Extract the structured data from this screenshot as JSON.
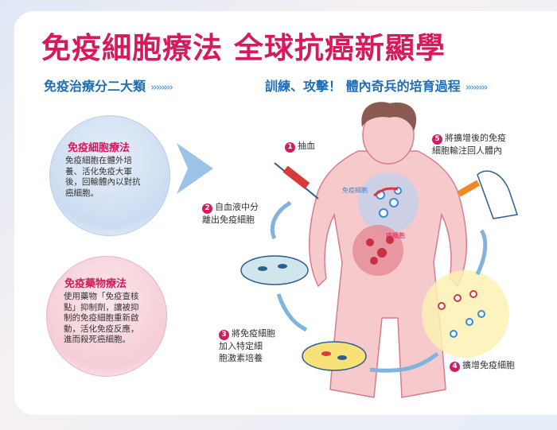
{
  "title": "免疫細胞療法  全球抗癌新顯學",
  "left_subtitle": "免疫治療分二大類",
  "right_subtitle": "訓練、攻擊！ 體內奇兵的培育過程",
  "chevrons": "››››››››",
  "categories": [
    {
      "heading": "免疫細胞療法",
      "body": "免疫細胞在體外培養、活化免疫大軍後，回輸體內以對抗癌細胞。"
    },
    {
      "heading": "免疫藥物療法",
      "body": "使用藥物「免疫查核點」抑制劑，讓被抑制的免疫細胞重新啟動，活化免疫反應，進而殺死癌細胞。"
    }
  ],
  "steps": [
    {
      "num": "1",
      "text": "抽血"
    },
    {
      "num": "2",
      "text": "自血液中分\n離出免疫細胞"
    },
    {
      "num": "3",
      "text": "將免疫細胞\n加入特定細\n胞激素培養"
    },
    {
      "num": "4",
      "text": "擴增免疫細胞"
    },
    {
      "num": "5",
      "text": "將擴增後的免疫\n細胞輸注回人體內"
    }
  ],
  "body_labels": {
    "immune": "免疫細胞",
    "cancer": "癌細胞"
  },
  "colors": {
    "title": "#d7195d",
    "subtitle": "#1f6db2",
    "step_badge": "#d7195d"
  }
}
